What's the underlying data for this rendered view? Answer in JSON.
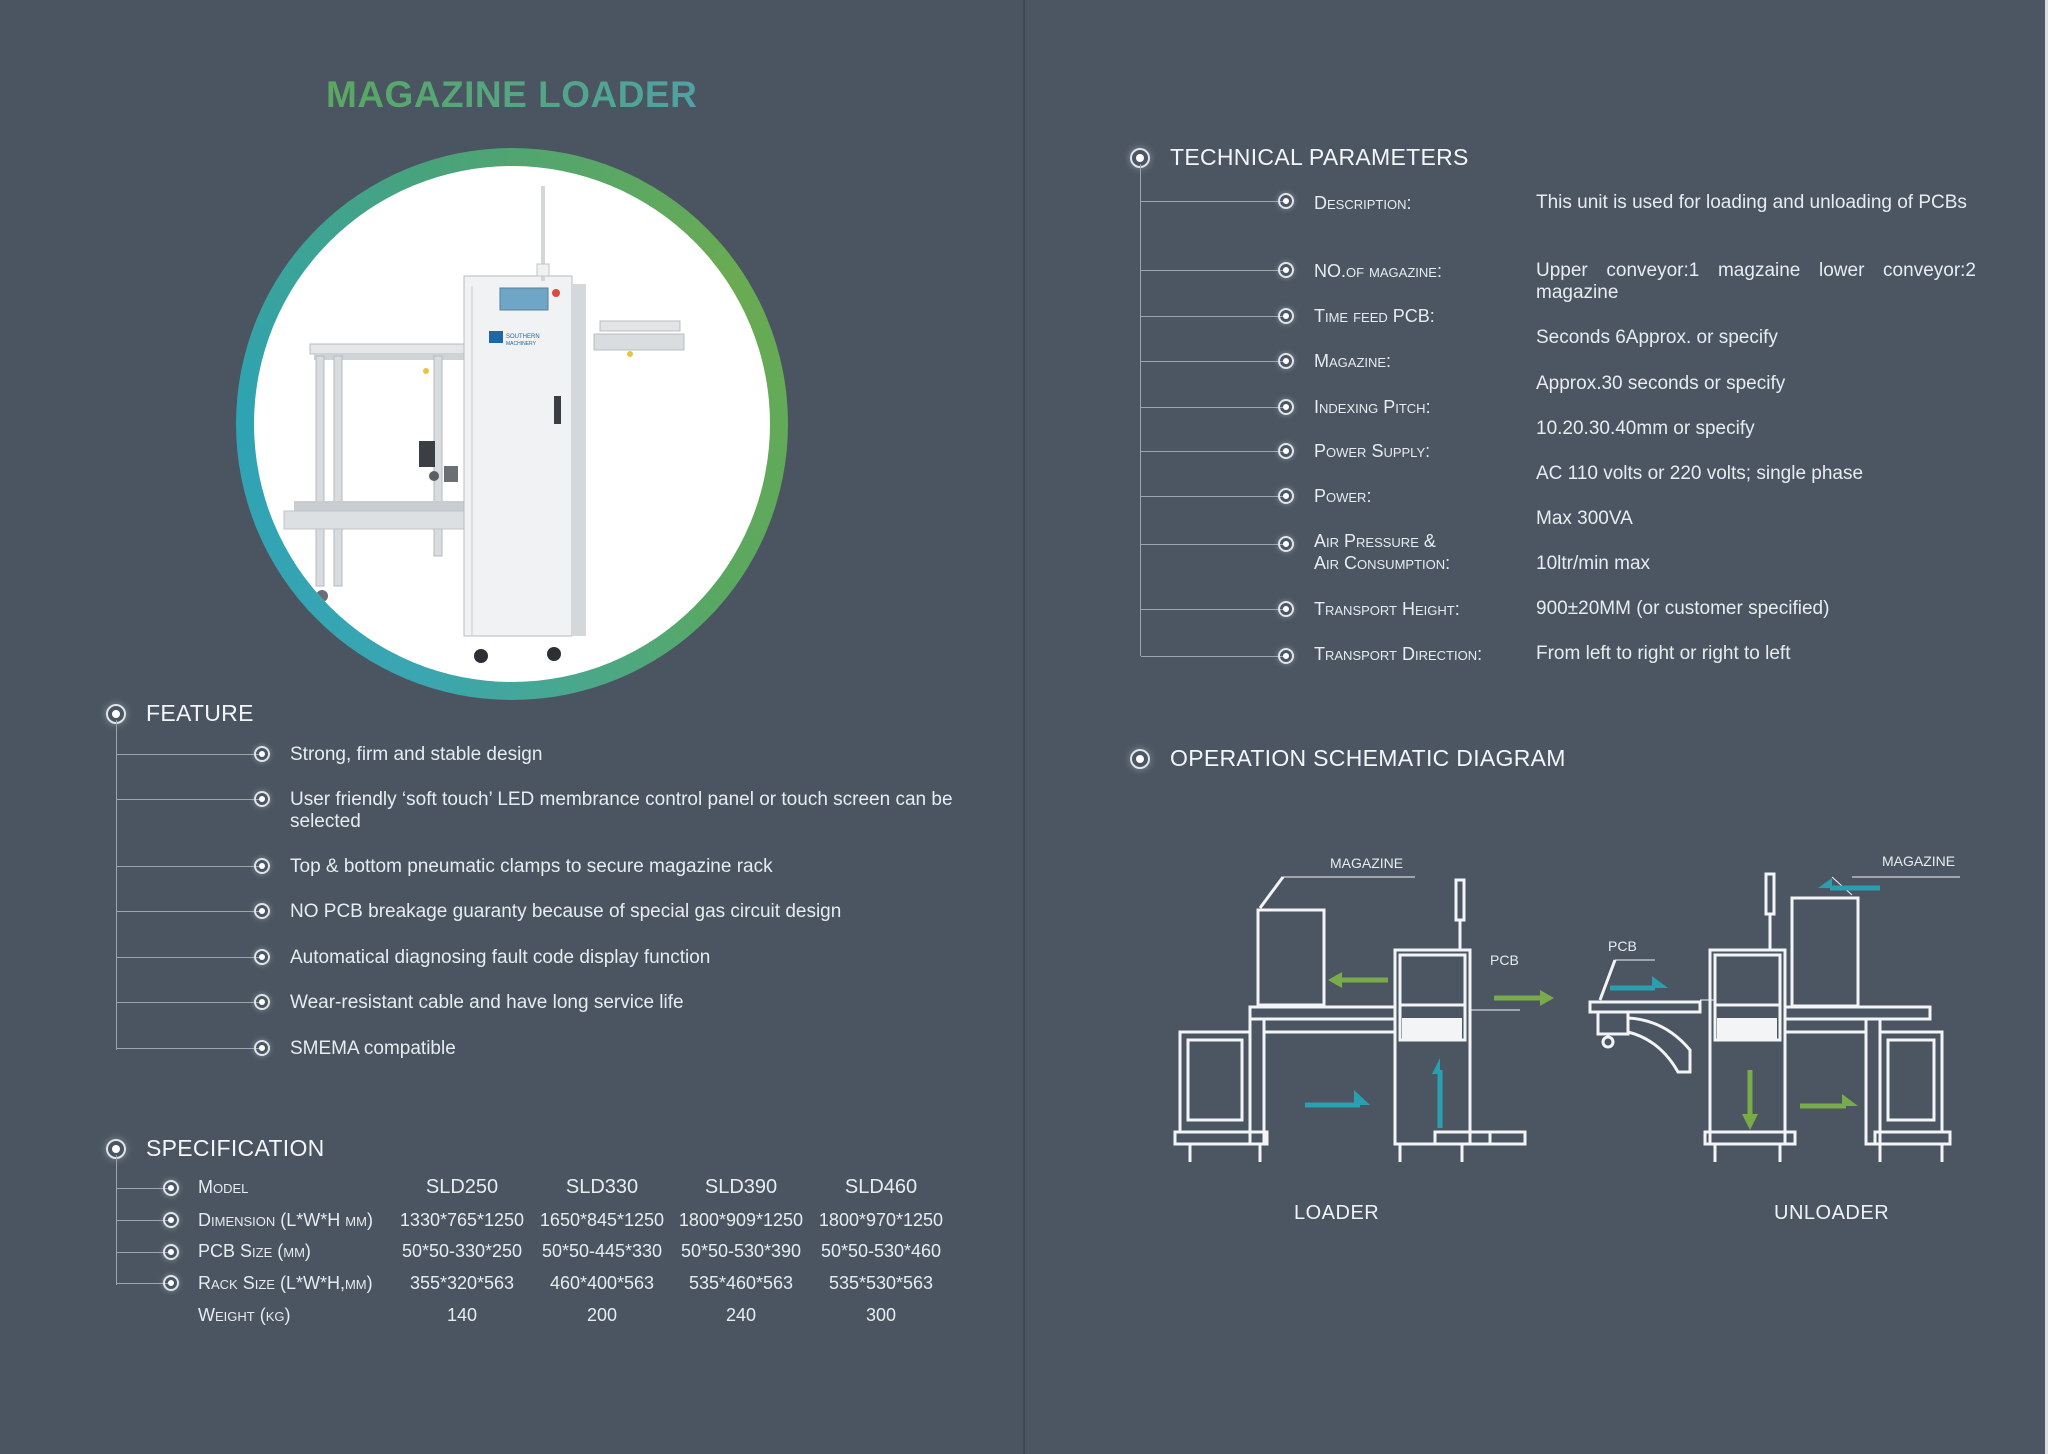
{
  "title": "MAGAZINE LOADER",
  "product_logo": {
    "name": "SOUTHERN MACHINERY"
  },
  "feature": {
    "heading": "FEATURE",
    "items": [
      "Strong, firm and stable design",
      "User friendly ‘soft touch’ LED membrance control panel or touch screen can be selected",
      "Top & bottom pneumatic clamps to secure magazine rack",
      "NO PCB breakage guaranty because of special gas circuit design",
      "Automatical diagnosing fault code display function",
      "Wear-resistant cable and have long service life",
      "SMEMA compatible"
    ]
  },
  "specification": {
    "heading": "SPECIFICATION",
    "columns": [
      "SLD250",
      "SLD330",
      "SLD390",
      "SLD460"
    ],
    "rows": [
      {
        "label": "Model",
        "values": [
          "SLD250",
          "SLD330",
          "SLD390",
          "SLD460"
        ]
      },
      {
        "label": "Dimension (L*W*H mm)",
        "values": [
          "1330*765*1250",
          "1650*845*1250",
          "1800*909*1250",
          "1800*970*1250"
        ]
      },
      {
        "label": "PCB Size (mm)",
        "values": [
          "50*50-330*250",
          "50*50-445*330",
          "50*50-530*390",
          "50*50-530*460"
        ]
      },
      {
        "label": "Rack Size (L*W*H,mm)",
        "values": [
          "355*320*563",
          "460*400*563",
          "535*460*563",
          "535*530*563"
        ]
      },
      {
        "label": "Weight (kg)",
        "values": [
          "140",
          "200",
          "240",
          "300"
        ]
      }
    ]
  },
  "technical": {
    "heading": "TECHNICAL PARAMETERS",
    "labels": [
      "Description:",
      "NO.of magazine:",
      "Time feed PCB:",
      "Magazine:",
      "Indexing Pitch:",
      "Power Supply:",
      "Power:",
      "Air Pressure &",
      "Air Consumption:",
      "Transport Height:",
      "Transport Direction:"
    ],
    "values": [
      "This unit is used for loading and  unloading of PCBs",
      "Upper conveyor:1 magzaine lower conveyor:2 magazine",
      "Seconds 6Approx. or specify",
      "Approx.30 seconds or specify",
      "10.20.30.40mm or specify",
      "AC 110 volts or 220 volts; single phase",
      "Max 300VA",
      "10ltr/min max",
      "900±20MM (or customer specified)",
      "From left to right or right to left"
    ]
  },
  "diagram": {
    "heading": "OPERATION SCHEMATIC DIAGRAM",
    "loader_caption": "LOADER",
    "unloader_caption": "UNLOADER",
    "magazine_label": "MAGAZINE",
    "pcb_label": "PCB",
    "colors": {
      "green": "#7aab4a",
      "teal": "#2a9fb0"
    }
  }
}
